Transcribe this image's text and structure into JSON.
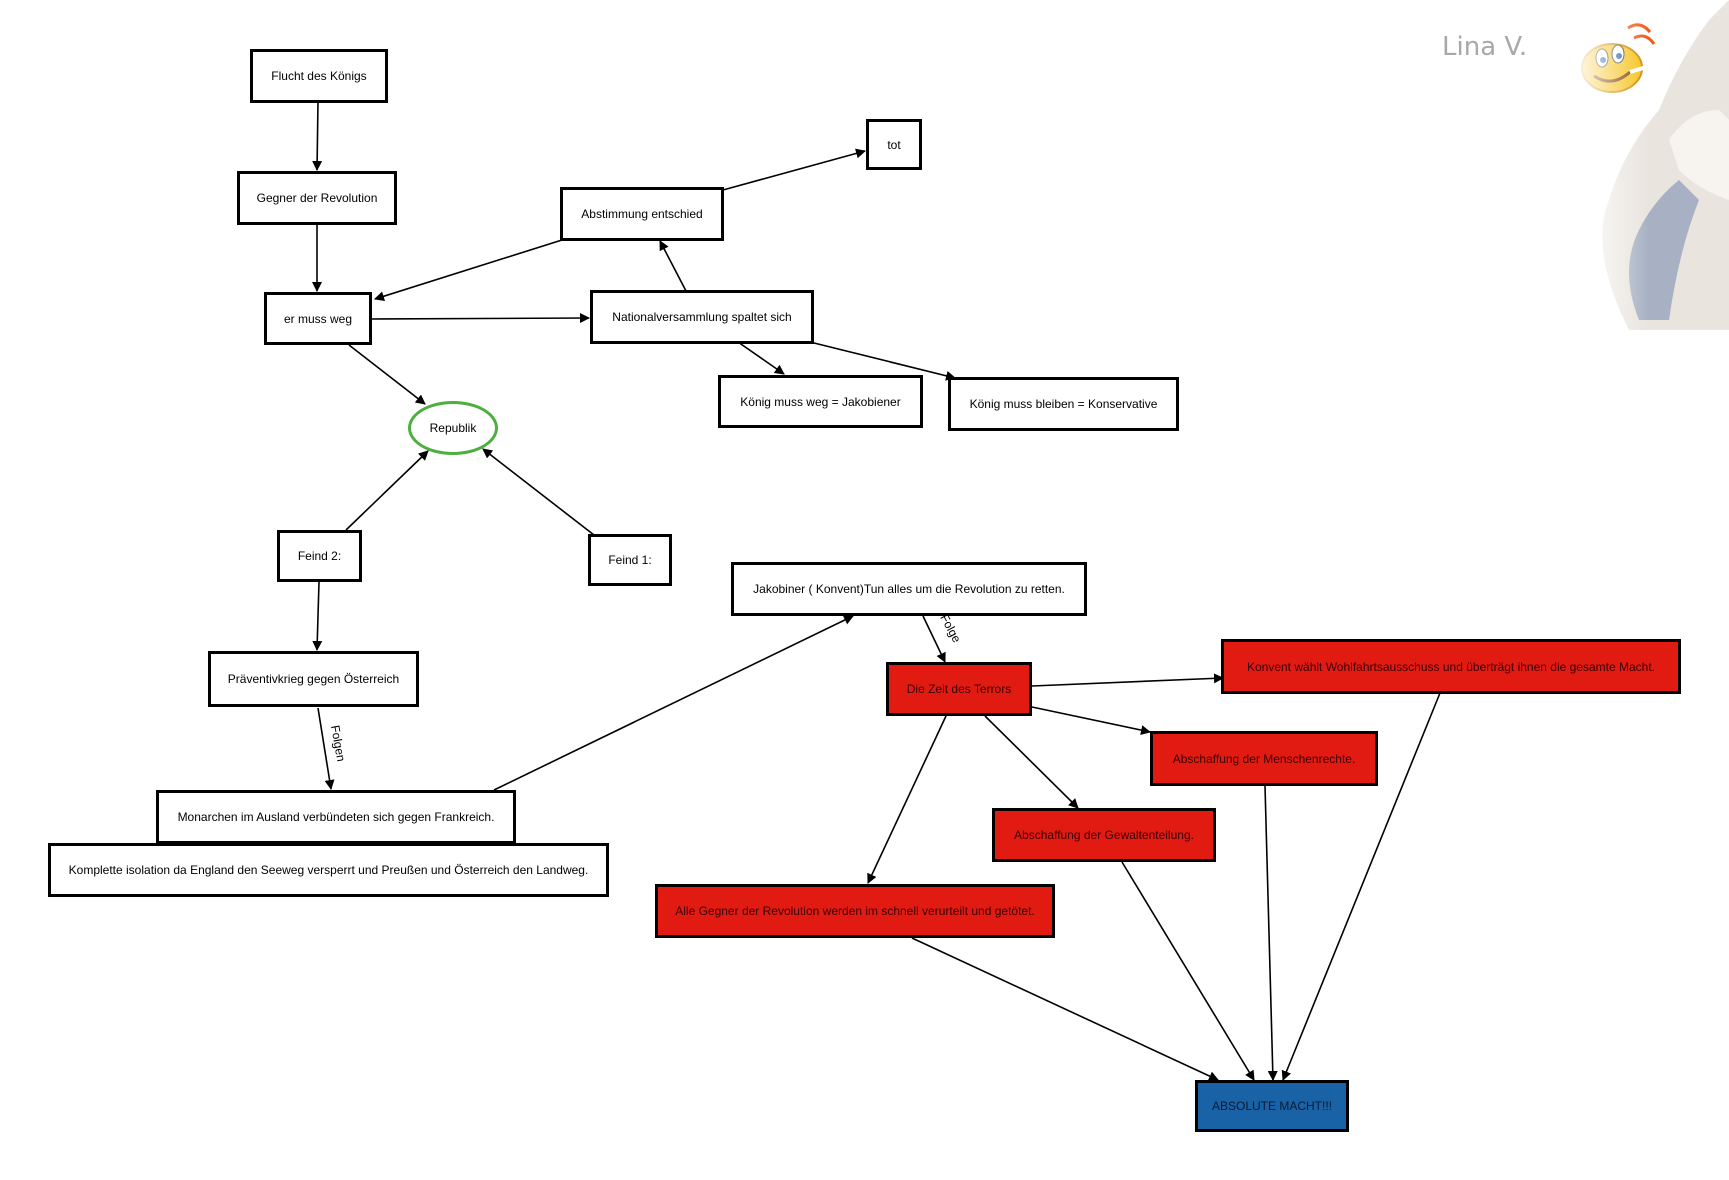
{
  "author": "Lina V.",
  "nodes": {
    "flucht": "Flucht des Königs",
    "gegner": "Gegner der Revolution",
    "muss_weg": "er muss weg",
    "abstimmung": "Abstimmung entschied",
    "tot": "tot",
    "nationalversammlung": "Nationalversammlung spaltet sich",
    "jakobiener": "König muss weg = Jakobiener",
    "konservative": "König muss bleiben = Konservative",
    "republik": "Republik",
    "feind2": "Feind 2:",
    "feind1": "Feind 1:",
    "praeventivkrieg": "Präventivkrieg gegen Österreich",
    "monarchen": "Monarchen im Ausland verbündeten sich gegen Frankreich.",
    "isolation": "Komplette isolation da England den Seeweg versperrt und Preußen und Österreich den Landweg.",
    "jakobiner_konvent": "Jakobiner ( Konvent)Tun alles um die Revolution zu retten.",
    "terror": "Die Zeit des Terrors",
    "konvent_waehlt": "Konvent wählt Wohlfahrtsausschuss und überträgt ihnen die gesamte Macht.",
    "menschenrechte": "Abschaffung der Menschenrechte.",
    "gewaltenteilung": "Abschaffung der Gewaltenteilung.",
    "gegner_verurteilt": "Alle Gegner der Revolution werden im schnell verurteilt und getötet.",
    "absolute_macht": "ABSOLUTE MACHT!!!"
  },
  "edge_labels": {
    "folgen": "Folgen",
    "folge": "Folge"
  },
  "colors": {
    "red_fill": "#e11b12",
    "blue_fill": "#1a62a6",
    "ellipse_border": "#4caf3e",
    "author_text": "#a8a8a8"
  },
  "icons": [
    "smiley-face-icon",
    "portrait-image"
  ]
}
